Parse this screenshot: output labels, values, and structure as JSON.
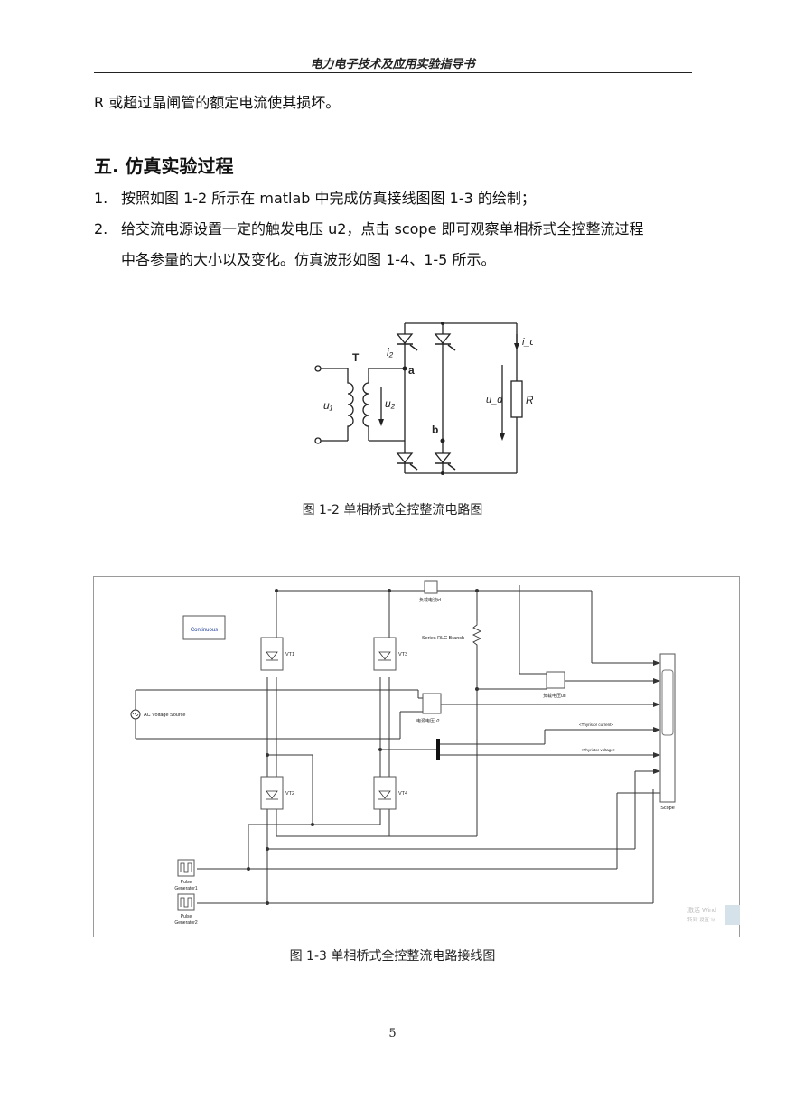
{
  "header": {
    "title": "电力电子技术及应用实验指导书"
  },
  "body": {
    "continuation": "R 或超过晶闸管的额定电流使其损坏。",
    "section_heading": "五. 仿真实验过程",
    "steps": [
      {
        "num": "1.",
        "text": "按照如图 1-2 所示在 matlab 中完成仿真接线图图 1-3 的绘制；"
      },
      {
        "num": "2.",
        "text": "给交流电源设置一定的触发电压 u2，点击 scope 即可观察单相桥式全控整流过程",
        "cont": "中各参量的大小以及变化。仿真波形如图 1-4、1-5 所示。"
      }
    ]
  },
  "figure1": {
    "caption": "图 1-2  单相桥式全控整流电路图",
    "labels": {
      "T": "T",
      "u1": "u₁",
      "u2": "u₂",
      "i2": "i₂",
      "a": "a",
      "b": "b",
      "id": "i_d",
      "ud": "u_d",
      "R": "R"
    }
  },
  "figure2": {
    "caption": "图 1-3  单相桥式全控整流电路接线图",
    "labels": {
      "continuous": "Continuous",
      "vt1": "VT1",
      "vt2": "VT2",
      "vt3": "VT3",
      "vt4": "VT4",
      "ac_source": "AC Voltage Source",
      "rlc": "Series RLC Branch",
      "meter_top": "负载电流id",
      "meter_mid": "负载电压ud",
      "meter_u2": "电源电压u2",
      "thy_current": "<Thyristor current>",
      "thy_voltage": "<Thyristor voltage>",
      "scope": "Scope",
      "pulse1_a": "Pulse",
      "pulse1_b": "Generator1",
      "pulse2_a": "Pulse",
      "pulse2_b": "Generator2",
      "watermark_a": "激活 Wind",
      "watermark_b": "转到\"设置\"以"
    }
  },
  "footer": {
    "page_number": "5"
  }
}
